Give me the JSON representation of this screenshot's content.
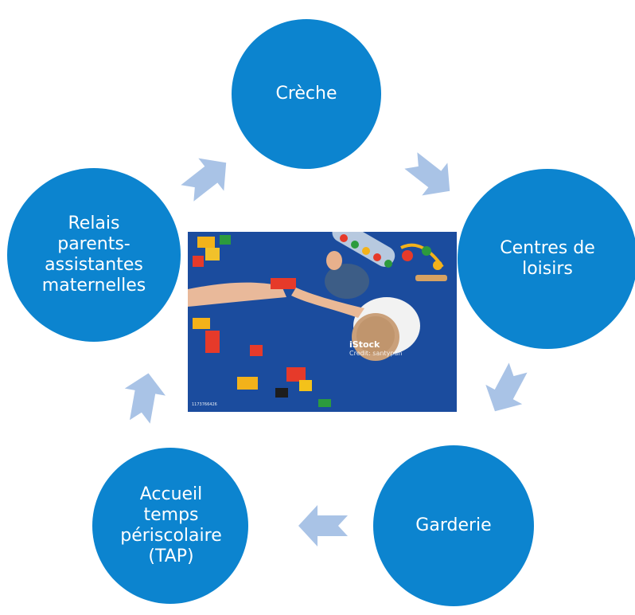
{
  "colors": {
    "node_fill": "#0c84cf",
    "arrow_fill": "#a9c3e6",
    "label_text": "#ffffff",
    "photo_background": "#1d4fa3"
  },
  "nodes": [
    {
      "id": "creche",
      "label": "Crèche"
    },
    {
      "id": "centres-de-loisirs",
      "label": "Centres de loisirs"
    },
    {
      "id": "garderie",
      "label": "Garderie"
    },
    {
      "id": "accueil-tap",
      "label": "Accueil temps périscolaire (TAP)"
    },
    {
      "id": "relais",
      "label": "Relais parents-assistantes maternelles"
    }
  ],
  "cycle_order": [
    "creche",
    "centres-de-loisirs",
    "garderie",
    "accueil-tap",
    "relais",
    "creche"
  ],
  "photo": {
    "subject": "baby playing with building blocks",
    "watermark_brand": "iStock",
    "watermark_credit": "Credit: santypan",
    "stock_id": "1173766426"
  }
}
